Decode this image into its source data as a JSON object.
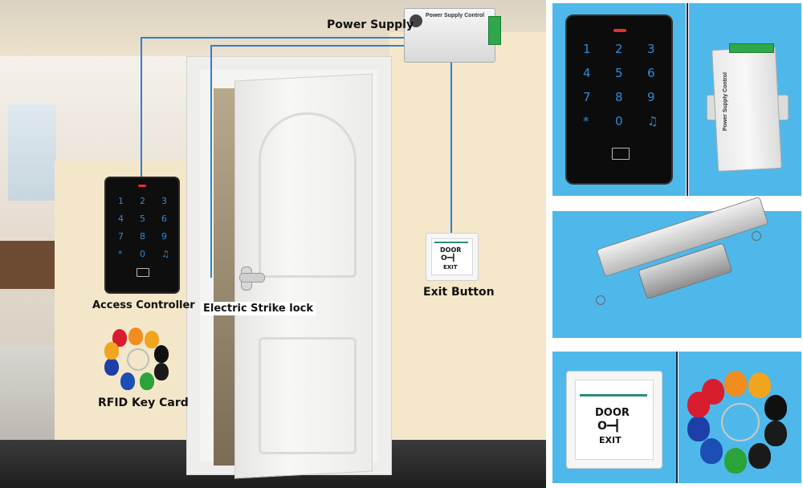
{
  "labels": {
    "power_supply": "Power Supply",
    "exit_button": "Exit Button",
    "access_controller": "Access Controller",
    "electric_strike_lock": "Electric Strike lock",
    "rfid_key_card": "RFID Key Card"
  },
  "psu": {
    "title": "Power Supply Control"
  },
  "keypad_keys": [
    "1",
    "2",
    "3",
    "4",
    "5",
    "6",
    "7",
    "8",
    "9",
    "*",
    "0",
    "♫"
  ],
  "exit_plate": {
    "door": "DOOR",
    "exit": "EXIT",
    "key_glyph": "O━┫"
  },
  "colors": {
    "wire": "#2b7fd6",
    "panel_bg": "#4fb8ea",
    "keypad_digits": "#2e8bd9",
    "keypad_led": "#e3302f"
  },
  "fob_colors": [
    "#f28c1e",
    "#f0a51d",
    "#101010",
    "#1a1a1a",
    "#2aa339",
    "#1b4fb5",
    "#1f3fa8",
    "#d81d2e"
  ]
}
